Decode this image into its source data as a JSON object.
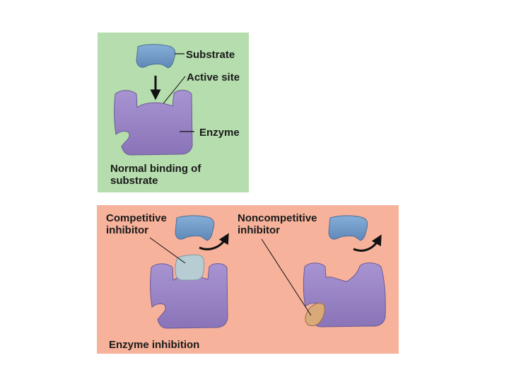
{
  "normal_panel": {
    "label_substrate": "Substrate",
    "label_active_site": "Active site",
    "label_enzyme": "Enzyme",
    "caption_line1": "Normal binding of",
    "caption_line2": "substrate"
  },
  "inhibition_panel": {
    "competitive_line1": "Competitive",
    "competitive_line2": "inhibitor",
    "noncompetitive_line1": "Noncompetitive",
    "noncompetitive_line2": "inhibitor",
    "caption": "Enzyme inhibition"
  },
  "colors": {
    "normal_bg": "#b5ddad",
    "inhibit_bg": "#f6b29b",
    "enzyme": "#9b86c6",
    "substrate": "#6f9bca",
    "competitive_inhibitor": "#b7cdd3",
    "noncompetitive_inhibitor": "#d9a97a"
  }
}
